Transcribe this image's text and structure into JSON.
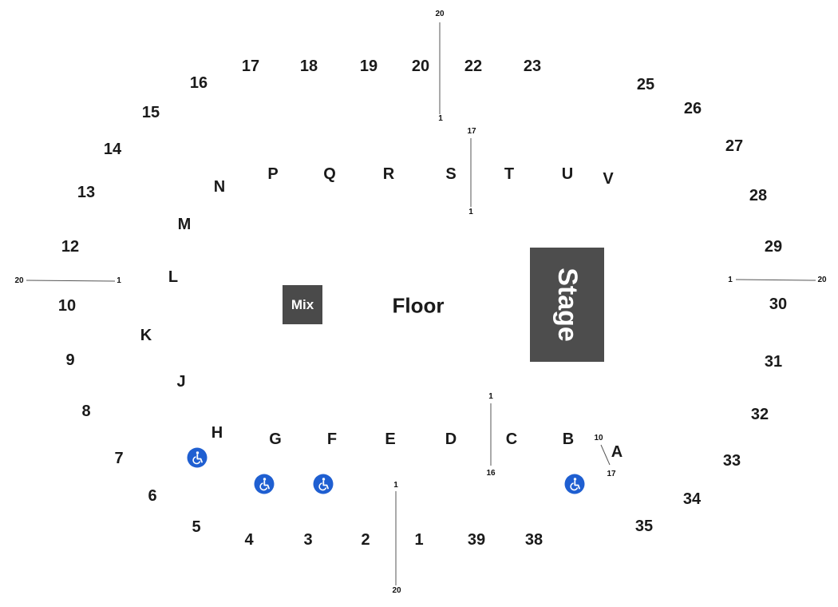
{
  "map": {
    "colors": {
      "block": "#4d4d4d",
      "text": "#1a1a1a",
      "accessible": "#1f5fd1",
      "line": "#555555"
    },
    "floor_label": "Floor",
    "mix_label": "Mix",
    "stage_label": "Stage",
    "upper_sections": [
      "17",
      "18",
      "19",
      "20",
      "22",
      "23",
      "16",
      "15",
      "14",
      "13",
      "12",
      "10",
      "9",
      "8",
      "7",
      "6",
      "5",
      "4",
      "3",
      "2",
      "1",
      "39",
      "38",
      "25",
      "26",
      "27",
      "28",
      "29",
      "30",
      "31",
      "32",
      "33",
      "34",
      "35"
    ],
    "lower_sections": [
      "N",
      "P",
      "Q",
      "R",
      "S",
      "T",
      "U",
      "V",
      "M",
      "L",
      "K",
      "J",
      "H",
      "G",
      "F",
      "E",
      "D",
      "C",
      "B",
      "A"
    ],
    "row_markers": {
      "top_upper": [
        "20",
        "1"
      ],
      "top_lower": [
        "17",
        "1"
      ],
      "left": [
        "20",
        "1"
      ],
      "right": [
        "1",
        "20"
      ],
      "bottom_lower": [
        "1",
        "16"
      ],
      "bottom_upper": [
        "1",
        "20"
      ],
      "section_a": [
        "10",
        "17"
      ]
    },
    "accessible_icon": "wheelchair-icon"
  }
}
